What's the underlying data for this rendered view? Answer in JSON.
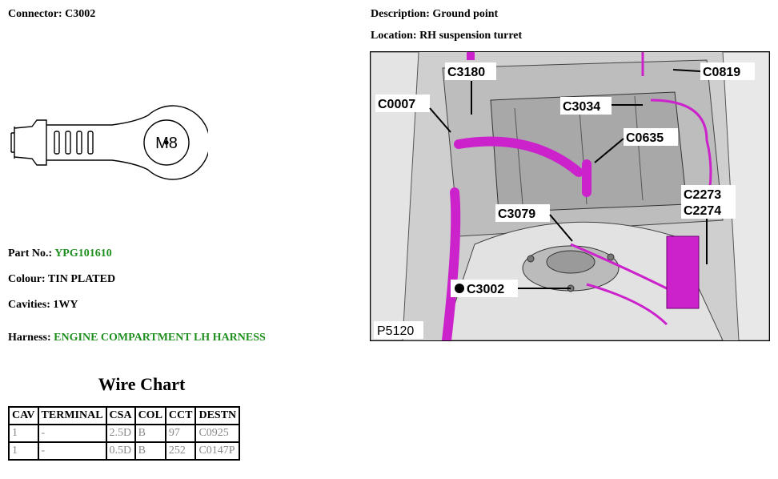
{
  "connector": {
    "label": "Connector:",
    "value": "C3002"
  },
  "description": {
    "label": "Description:",
    "value": "Ground point"
  },
  "location": {
    "label": "Location:",
    "value": "RH suspension turret"
  },
  "part_no": {
    "label": "Part No.:",
    "value": "YPG101610"
  },
  "colour": {
    "label": "Colour:",
    "value": "TIN PLATED"
  },
  "cavities": {
    "label": "Cavities:",
    "value": "1WY"
  },
  "harness": {
    "label": "Harness:",
    "value": "ENGINE COMPARTMENT LH HARNESS"
  },
  "terminal_drawing": {
    "stud_label": "M8"
  },
  "photo": {
    "ref": "P5120",
    "callouts": [
      "C3180",
      "C0819",
      "C0007",
      "C3034",
      "C0635",
      "C2273",
      "C2274",
      "C3079",
      "C3002"
    ]
  },
  "wire_chart": {
    "title": "Wire Chart",
    "headers": [
      "CAV",
      "TERMINAL",
      "CSA",
      "COL",
      "CCT",
      "DESTN"
    ],
    "rows": [
      [
        "1",
        "-",
        "2.5D",
        "B",
        "97",
        "C0925"
      ],
      [
        "1",
        "-",
        "0.5D",
        "B",
        "252",
        "C0147P"
      ]
    ]
  },
  "colors": {
    "accent_green": "#1f8f1f",
    "harness_magenta": "#cc22cc"
  }
}
